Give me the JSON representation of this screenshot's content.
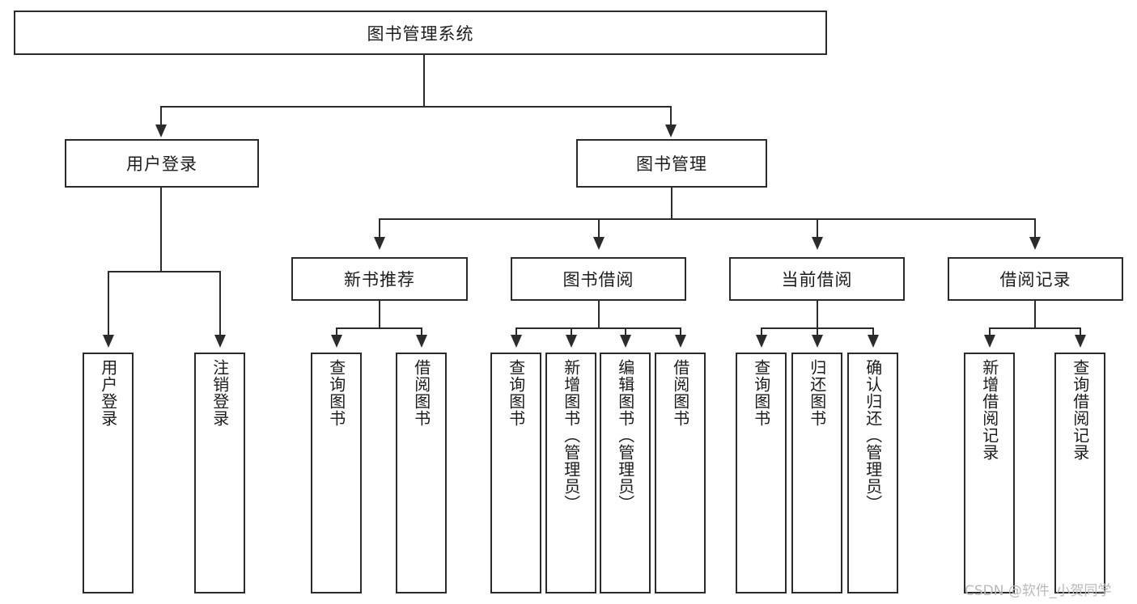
{
  "diagram": {
    "type": "tree-hierarchy",
    "title": "图书管理系统",
    "root": {
      "label": "图书管理系统"
    },
    "level2": [
      {
        "id": "user-login",
        "label": "用户登录"
      },
      {
        "id": "book-management",
        "label": "图书管理"
      }
    ],
    "level3": [
      {
        "id": "new-book-recommend",
        "label": "新书推荐",
        "parent": "book-management"
      },
      {
        "id": "book-borrow",
        "label": "图书借阅",
        "parent": "book-management"
      },
      {
        "id": "current-borrow",
        "label": "当前借阅",
        "parent": "book-management"
      },
      {
        "id": "borrow-record",
        "label": "借阅记录",
        "parent": "book-management"
      }
    ],
    "leaves": [
      {
        "id": "leaf-user-login",
        "label": "用户登录",
        "parent": "user-login"
      },
      {
        "id": "leaf-logout-login",
        "label": "注销登录",
        "parent": "user-login"
      },
      {
        "id": "leaf-query-book-1",
        "label": "查询图书",
        "parent": "new-book-recommend"
      },
      {
        "id": "leaf-borrow-book-1",
        "label": "借阅图书",
        "parent": "new-book-recommend"
      },
      {
        "id": "leaf-query-book-2",
        "label": "查询图书",
        "parent": "book-borrow"
      },
      {
        "id": "leaf-add-book",
        "label": "新增图书（管理员）",
        "parent": "book-borrow"
      },
      {
        "id": "leaf-edit-book",
        "label": "编辑图书（管理员）",
        "parent": "book-borrow"
      },
      {
        "id": "leaf-borrow-book-2",
        "label": "借阅图书",
        "parent": "book-borrow"
      },
      {
        "id": "leaf-query-book-3",
        "label": "查询图书",
        "parent": "current-borrow"
      },
      {
        "id": "leaf-return-book",
        "label": "归还图书",
        "parent": "current-borrow"
      },
      {
        "id": "leaf-confirm-return",
        "label": "确认归还（管理员）",
        "parent": "current-borrow"
      },
      {
        "id": "leaf-add-record",
        "label": "新增借阅记录",
        "parent": "borrow-record"
      },
      {
        "id": "leaf-query-record",
        "label": "查询借阅记录",
        "parent": "borrow-record"
      }
    ],
    "colors": {
      "stroke": "#2b2b2b",
      "fill": "#ffffff",
      "text": "#1c1c1c",
      "watermark": "#b9b9b9"
    }
  },
  "watermark": {
    "text": "CSDN @软件_小贺同学"
  }
}
